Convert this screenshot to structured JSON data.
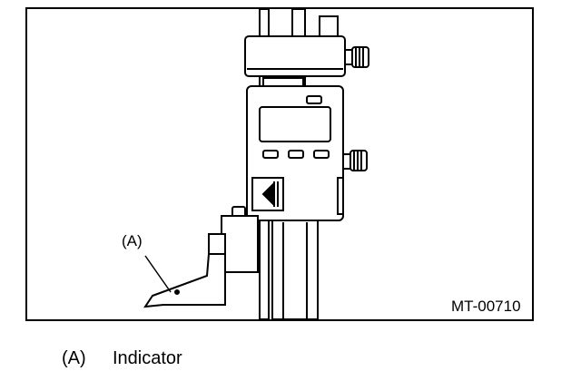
{
  "figure": {
    "callout_label": "(A)",
    "figure_id": "MT-00710"
  },
  "legend": {
    "items": [
      {
        "key": "(A)",
        "text": "Indicator"
      }
    ]
  }
}
